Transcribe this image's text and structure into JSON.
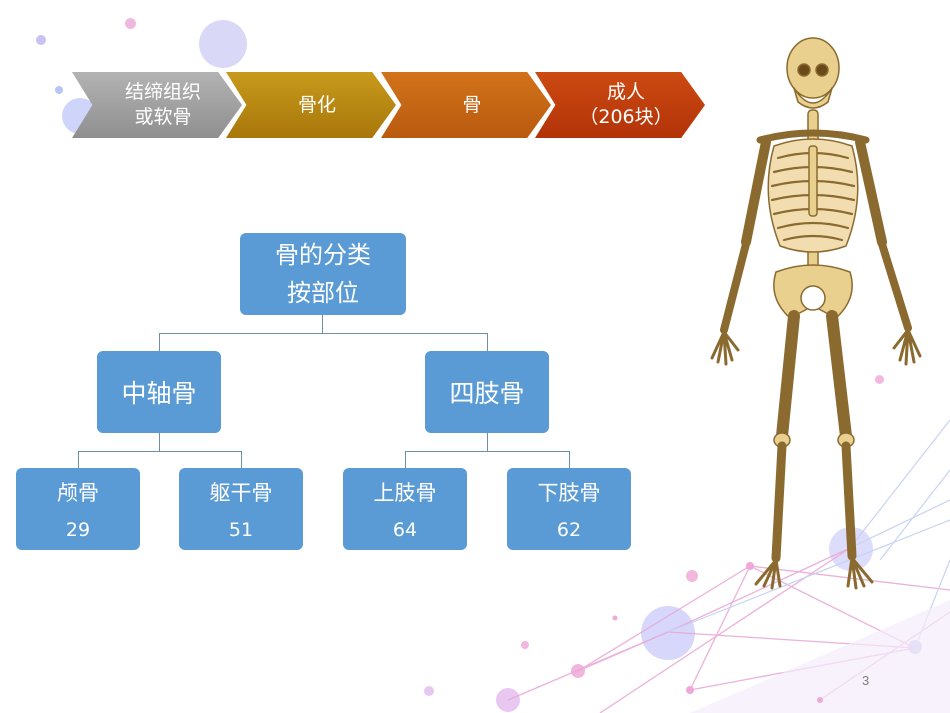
{
  "process": {
    "step1": "结缔组织\n或软骨",
    "step2": "骨化",
    "step3": "骨",
    "step4": "成人\n（206块）"
  },
  "org": {
    "root": {
      "line1": "骨的分类",
      "line2": "按部位"
    },
    "axial": {
      "label": "中轴骨"
    },
    "appendicular": {
      "label": "四肢骨"
    },
    "leaves": [
      {
        "label": "颅骨",
        "count": "29"
      },
      {
        "label": "躯干骨",
        "count": "51"
      },
      {
        "label": "上肢骨",
        "count": "64"
      },
      {
        "label": "下肢骨",
        "count": "62"
      }
    ]
  },
  "page_number": "3",
  "colors": {
    "box": "#5a9bd5",
    "step1": "#a3a3a3",
    "step2": "#b8860b",
    "step3": "#c8661a",
    "step4": "#c0400e",
    "bone": "#e8c98a"
  },
  "icons": {
    "figure": "human-skeleton-illustration"
  }
}
